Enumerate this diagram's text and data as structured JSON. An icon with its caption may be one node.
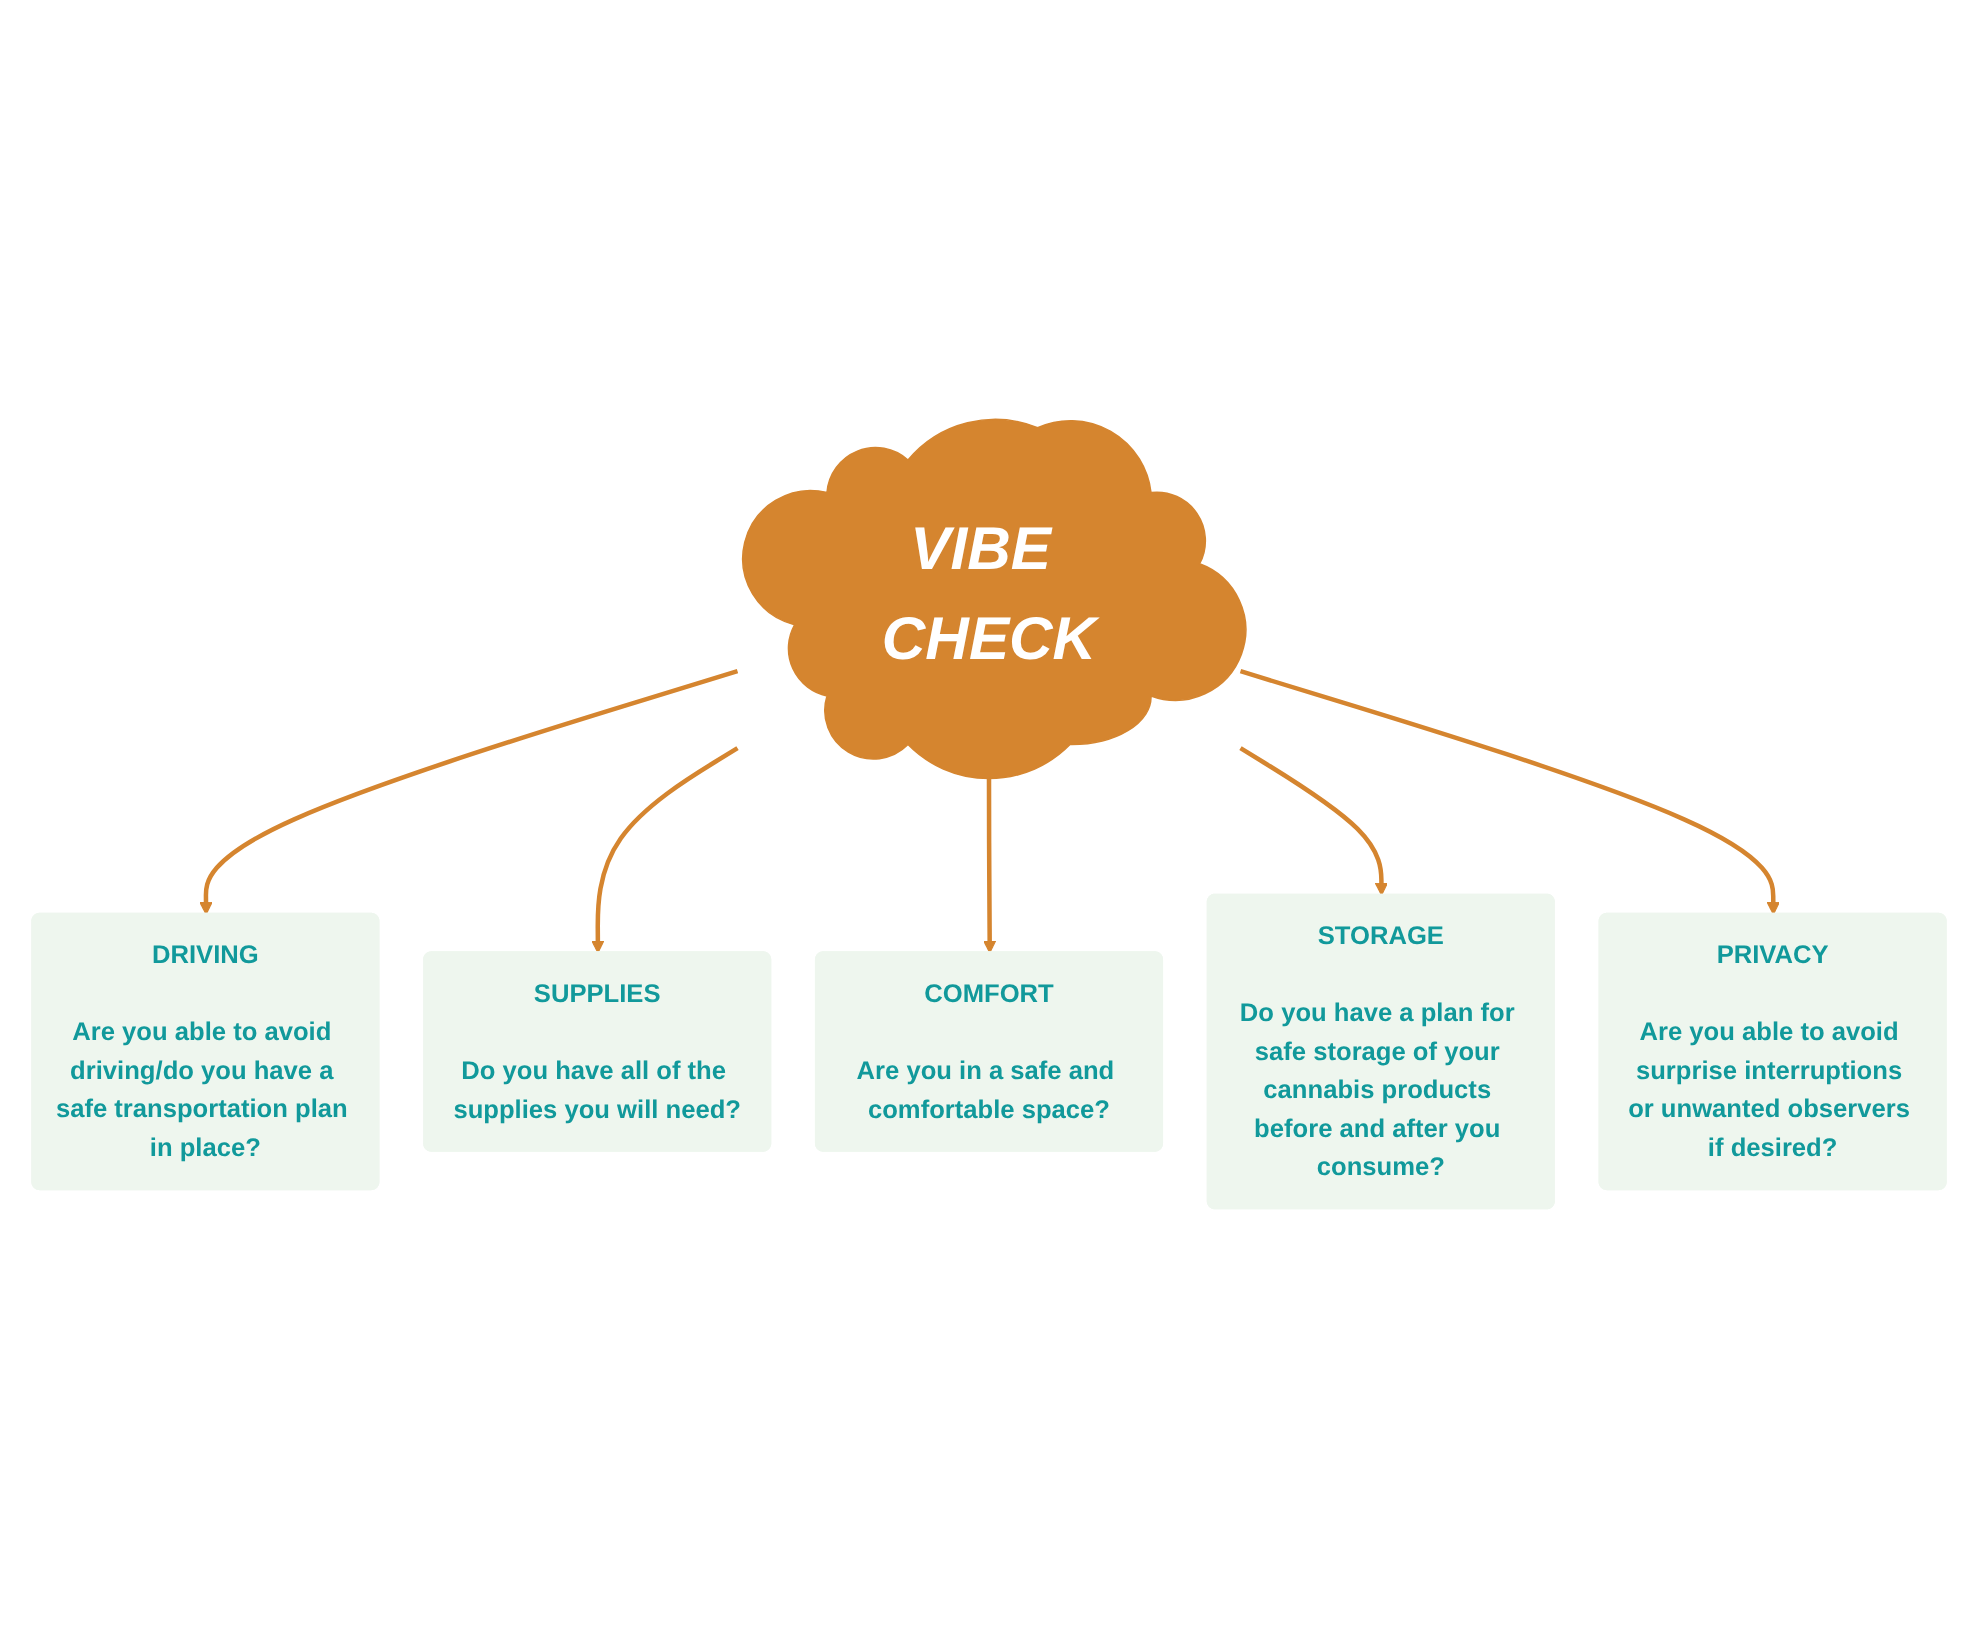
{
  "diagram": {
    "nodes": [
      {
        "text": [
          "DRIVING",
          "Are you able to avoid driving/do you have a safe transportation plan in place?"
        ]
      },
      {
        "text": [
          "SUPPLIES",
          "Do you have all of the supplies you will need?"
        ]
      },
      {
        "text": [
          "COMFORT",
          "Are you in a safe and comfortable space?"
        ]
      },
      {
        "text": [
          "VIBE CHECK"
        ]
      },
      {
        "text": [
          "STORAGE",
          "Do you have a plan for safe storage of your cannabis products before and after you consume?"
        ]
      },
      {
        "text": [
          "PRIVACY",
          "Are you able to avoid surprise interruptions or unwanted observers if desired?"
        ]
      }
    ],
    "edges": [
      {
        "from": 3,
        "to": 0,
        "arrow": "to"
      },
      {
        "from": 3,
        "to": 1,
        "arrow": "to"
      },
      {
        "from": 3,
        "to": 2,
        "arrow": "to"
      },
      {
        "from": 3,
        "to": 4,
        "arrow": "to"
      },
      {
        "from": 3,
        "to": 5,
        "arrow": "to"
      }
    ]
  }
}
